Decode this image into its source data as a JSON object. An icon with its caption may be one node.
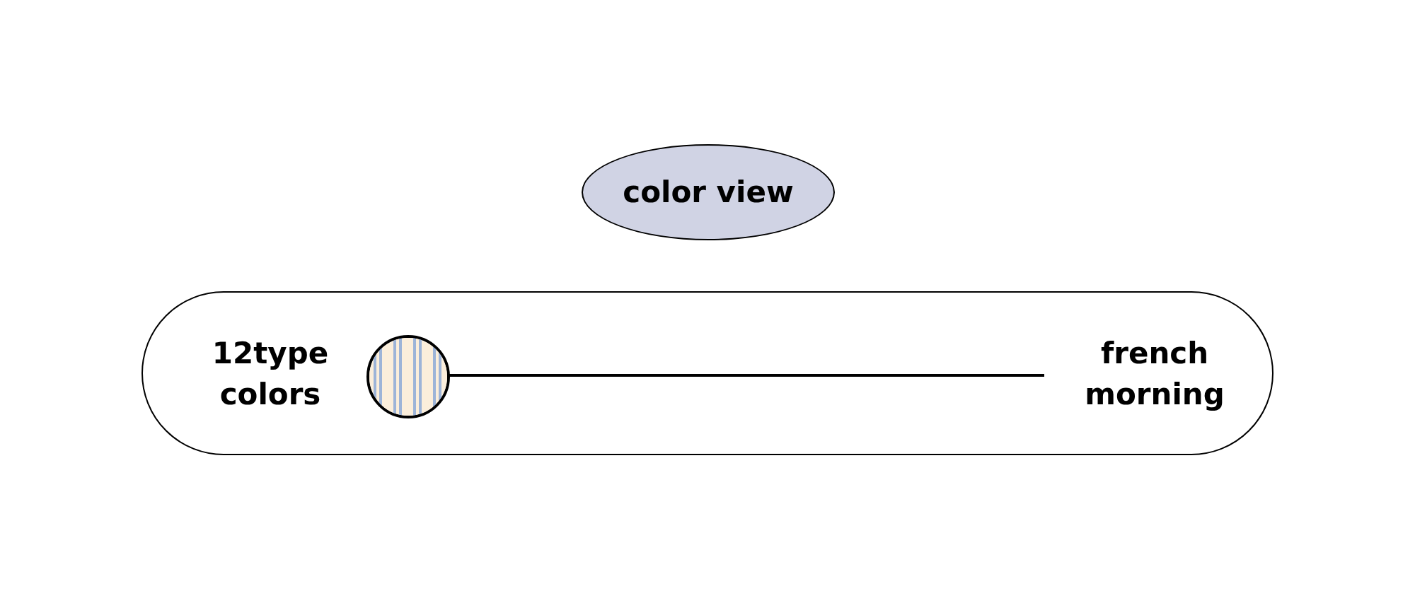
{
  "diagram": {
    "nodes": [
      {
        "text": [
          "color view"
        ]
      },
      {
        "text": [],
        "shape": "box"
      },
      {
        "text": [
          "12type colors"
        ],
        "in": 1
      },
      {
        "text": [],
        "shape": "circle",
        "in": 1
      },
      {
        "text": [
          "french morning"
        ],
        "in": 1
      }
    ],
    "edges": [
      {
        "from": 3,
        "to": 4,
        "arrow": "none"
      }
    ]
  }
}
